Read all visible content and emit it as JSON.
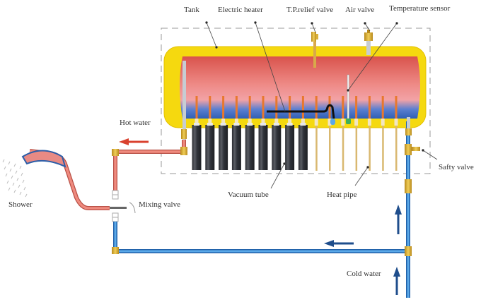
{
  "diagram": {
    "title": "Solar water heater system",
    "labels": {
      "tank": "Tank",
      "electric_heater": "Electric heater",
      "tp_relief_valve": "T.P.relief valve",
      "air_valve": "Air valve",
      "temperature_sensor": "Temperature sensor",
      "hot_water": "Hot water",
      "shower": "Shower",
      "mixing_valve": "Mixing valve",
      "vacuum_tube": "Vacuum tube",
      "heat_pipe": "Heat pipe",
      "safety_valve": "Safty valve",
      "cold_water": "Cold water"
    },
    "components": {
      "vacuum_tube_count": 9,
      "heat_pipe_count": 7,
      "heat_pipe_stub_count": 16
    },
    "colors": {
      "tank_shell": "#f5d90f",
      "tank_hot": "#e8756a",
      "tank_cold": "#3a6cc0",
      "hot_pipe": "#e07060",
      "cold_pipe": "#3b8fd8",
      "arrow_hot": "#d9412e",
      "arrow_cold": "#1f4e8c",
      "brass": "#d9b13a",
      "vacuum_tube": "#3a3d44"
    }
  }
}
